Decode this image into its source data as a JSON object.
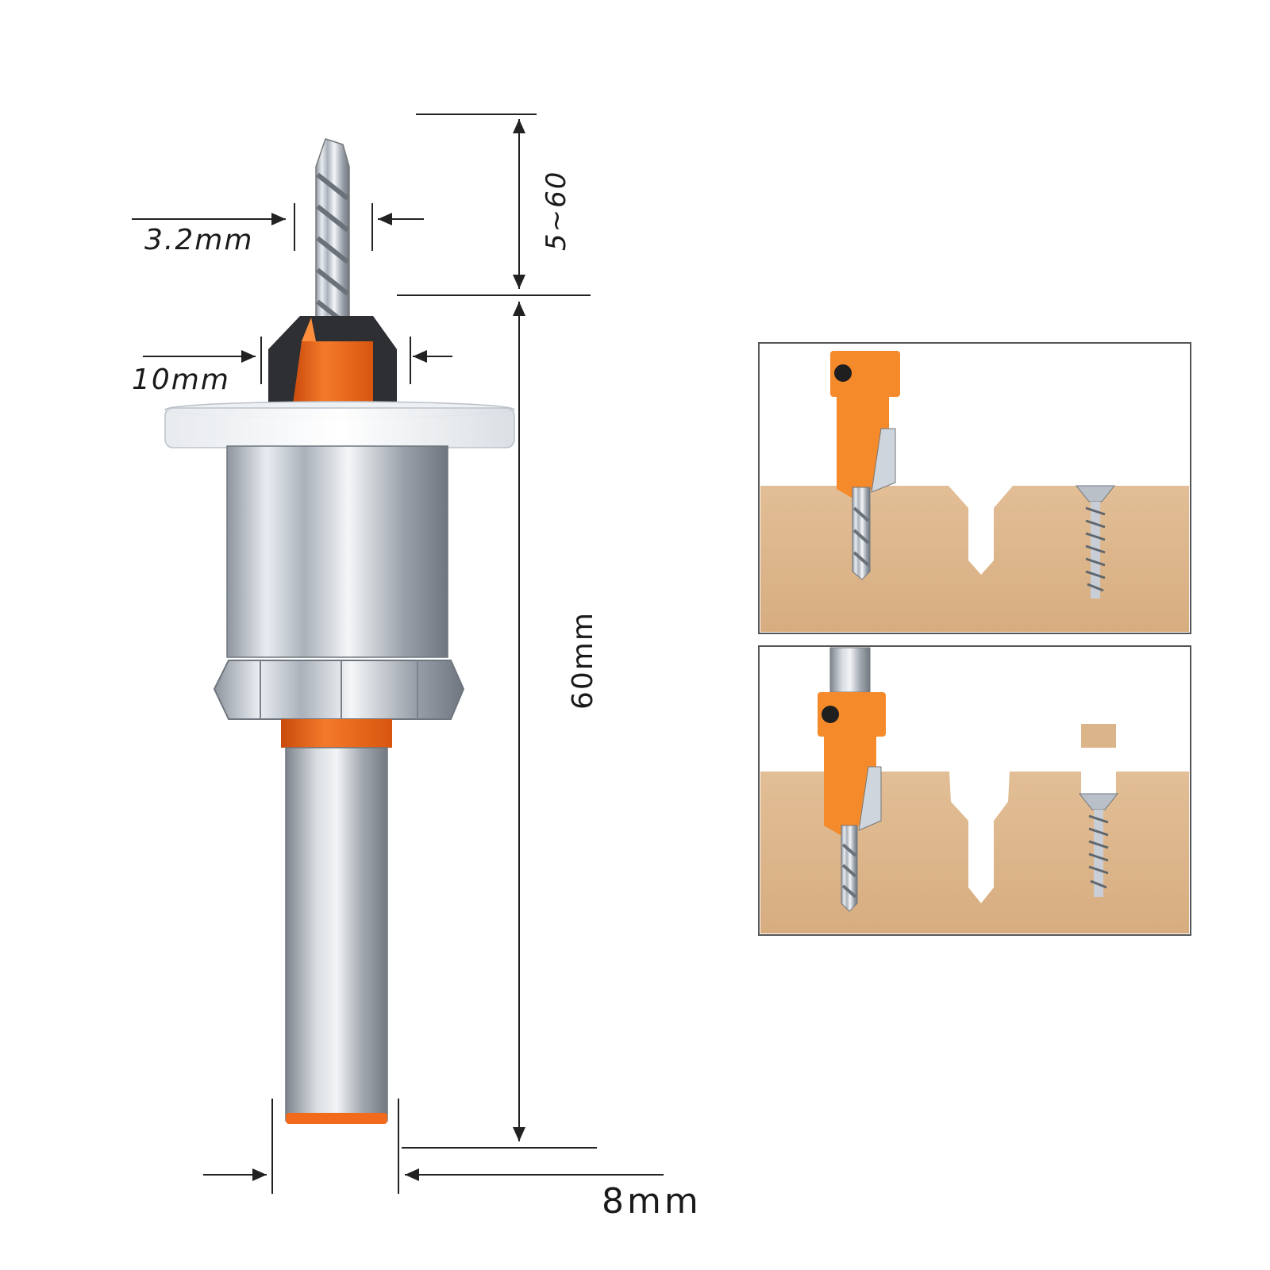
{
  "dimensions": {
    "drill_diameter": "3.2mm",
    "countersink_diameter": "10mm",
    "depth_range": "5~60",
    "total_length": "60mm",
    "shank_diameter": "8mm"
  },
  "colors": {
    "orange": "#f26a1b",
    "wood": "#dcb48a",
    "steel": "#c9ced6",
    "line": "#222222"
  }
}
